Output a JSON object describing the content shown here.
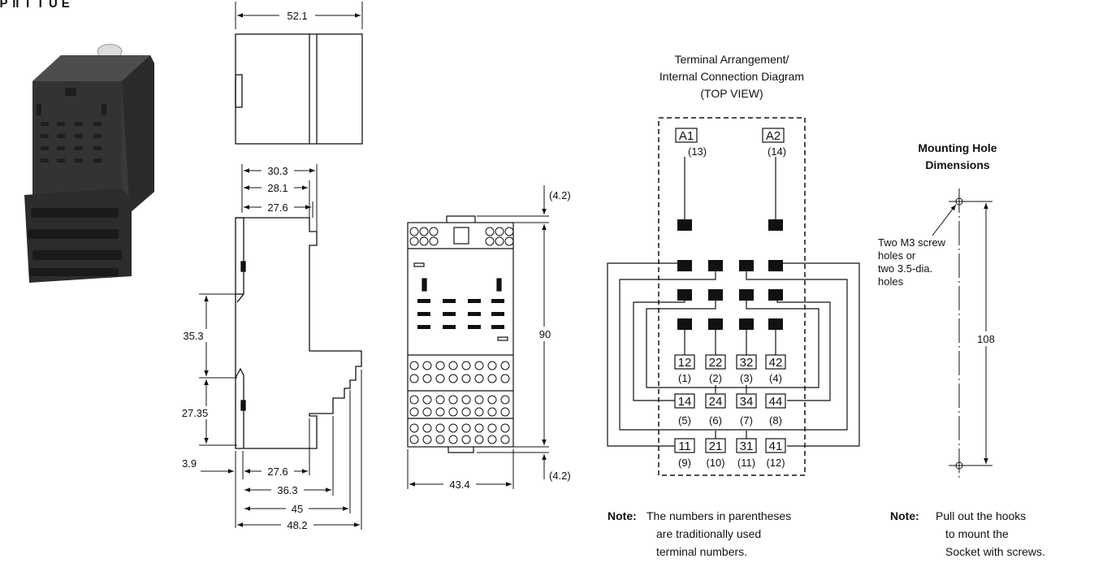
{
  "header_fragment": "ᴾ ᴵᴵ ᵀ ᵀ ᵁ ᴱ",
  "side_view": {
    "width": "52.1"
  },
  "profile_view": {
    "d1": "30.3",
    "d2": "28.1",
    "d3": "27.6",
    "h1": "35.3",
    "h2": "27.35",
    "h3": "3.9",
    "b1": "27.6",
    "b2": "36.3",
    "b3": "45",
    "b4": "48.2"
  },
  "front_view": {
    "top_margin": "(4.2)",
    "height": "90",
    "bottom_margin": "(4.2)",
    "width": "43.4"
  },
  "terminal_diagram": {
    "title_lines": [
      "Terminal Arrangement/",
      "Internal Connection Diagram",
      "(TOP VIEW)"
    ],
    "coil": [
      {
        "label": "A1",
        "paren": "(13)"
      },
      {
        "label": "A2",
        "paren": "(14)"
      }
    ],
    "rows": [
      [
        {
          "label": "12",
          "paren": "(1)"
        },
        {
          "label": "22",
          "paren": "(2)"
        },
        {
          "label": "32",
          "paren": "(3)"
        },
        {
          "label": "42",
          "paren": "(4)"
        }
      ],
      [
        {
          "label": "14",
          "paren": "(5)"
        },
        {
          "label": "24",
          "paren": "(6)"
        },
        {
          "label": "34",
          "paren": "(7)"
        },
        {
          "label": "44",
          "paren": "(8)"
        }
      ],
      [
        {
          "label": "11",
          "paren": "(9)"
        },
        {
          "label": "21",
          "paren": "(10)"
        },
        {
          "label": "31",
          "paren": "(11)"
        },
        {
          "label": "41",
          "paren": "(12)"
        }
      ]
    ],
    "note_label": "Note:",
    "note_lines": [
      "The numbers in parentheses",
      "are traditionally used",
      "terminal numbers."
    ]
  },
  "mounting": {
    "title_lines": [
      "Mounting Hole",
      "Dimensions"
    ],
    "callout_lines": [
      "Two M3 screw",
      "holes or",
      "two 3.5-dia.",
      "holes"
    ],
    "distance": "108",
    "note_label": "Note:",
    "note_lines": [
      "Pull out the hooks",
      "to mount the",
      "Socket with screws."
    ]
  }
}
